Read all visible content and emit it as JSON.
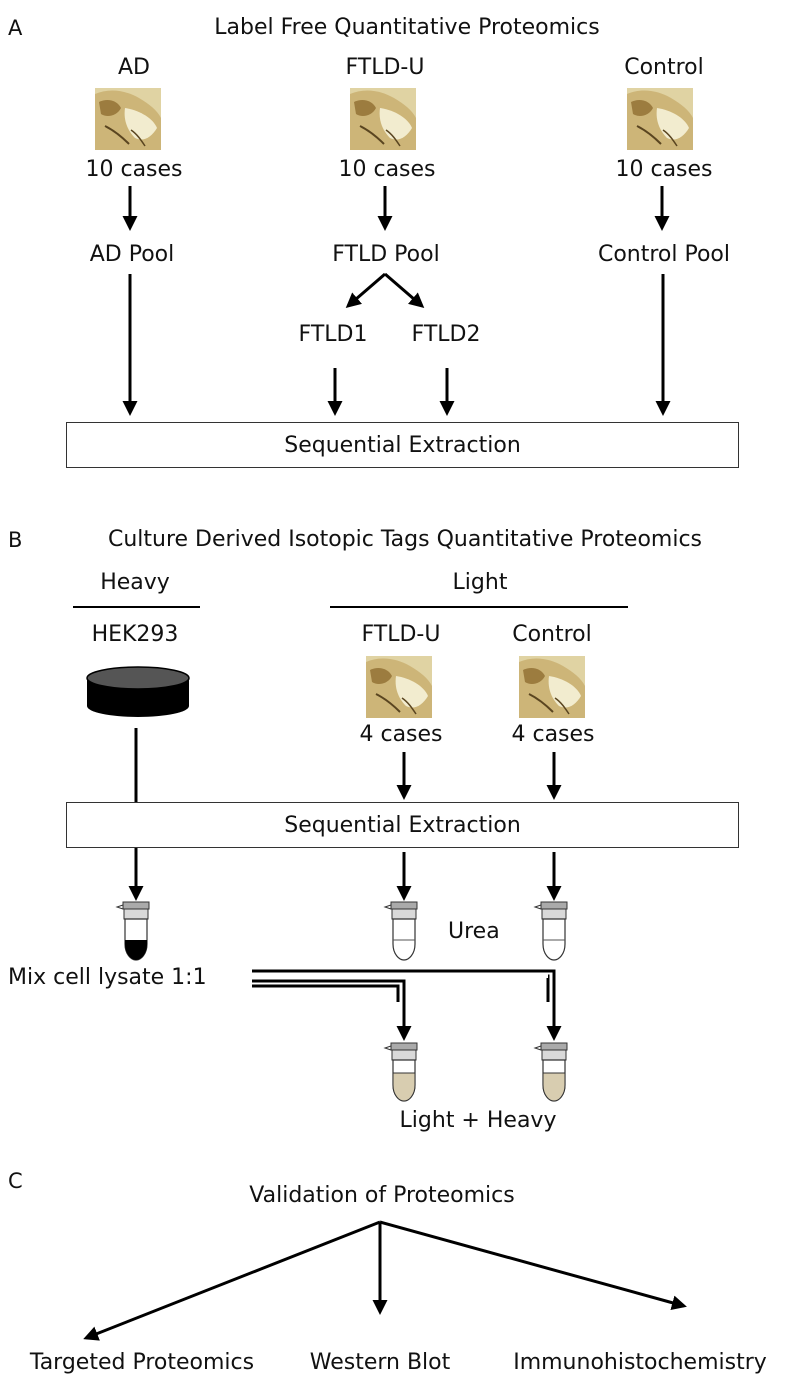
{
  "panels": {
    "a": {
      "letter": "A",
      "title": "Label Free Quantitative Proteomics",
      "groups": [
        {
          "name": "AD",
          "cases": "10 cases",
          "pool": "AD Pool"
        },
        {
          "name": "FTLD-U",
          "cases": "10 cases",
          "pool": "FTLD Pool"
        },
        {
          "name": "Control",
          "cases": "10 cases",
          "pool": "Control Pool"
        }
      ],
      "splits": [
        "FTLD1",
        "FTLD2"
      ],
      "extraction": "Sequential Extraction"
    },
    "b": {
      "letter": "B",
      "title": "Culture Derived Isotopic Tags Quantitative Proteomics",
      "heavy": "Heavy",
      "heavy_sample": "HEK293",
      "light": "Light",
      "light_groups": [
        {
          "name": "FTLD-U",
          "cases": "4 cases"
        },
        {
          "name": "Control",
          "cases": "4 cases"
        }
      ],
      "extraction": "Sequential Extraction",
      "urea": "Urea",
      "mix": "Mix cell lysate 1:1",
      "result": "Light + Heavy"
    },
    "c": {
      "letter": "C",
      "title": "Validation of Proteomics",
      "methods": [
        "Targeted Proteomics",
        "Western Blot",
        "Immunohistochemistry"
      ]
    }
  },
  "colors": {
    "tissue": "#d7c58d",
    "tissue_fold": "#a98a47",
    "tube_cap": "#bdbdbd",
    "heavy_fill": "#000000",
    "mixed_fill": "#d8cdb0",
    "dish": "#3a3a3a"
  }
}
